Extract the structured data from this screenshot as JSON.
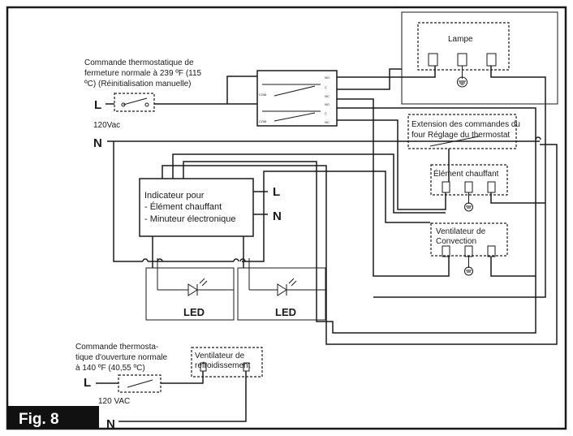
{
  "figure": {
    "label": "Fig. 8"
  },
  "labels": {
    "hi_limit_line1": "Commande thermostatique de",
    "hi_limit_line2": "fermeture normale à 239 ºF (115",
    "hi_limit_line3": "ºC) (Réinitialisation manuelle)",
    "L_main": "L",
    "voltage_main": "120Vac",
    "N_main": "N",
    "lamp": "Lampe",
    "oven_ctrl_line1": "Extension des commandes du",
    "oven_ctrl_line2": "four Réglage du thermostat",
    "heater": "Élément chauffant",
    "conv_fan_line1": "Ventilateur de",
    "conv_fan_line2": "Convection",
    "indicator_line1": "Indicateur pour",
    "indicator_line2": "- Élément chauffant",
    "indicator_line3": "- Minuteur électronique",
    "ind_L": "L",
    "ind_N": "N",
    "led1": "LED",
    "led2": "LED",
    "cool_thermo_line1": "Commande thermosta-",
    "cool_thermo_line2": "tique d'ouverture normale",
    "cool_thermo_line3": "à 140 ºF (40,55 ºC)",
    "cool_fan_line1": "Ventilateur de",
    "cool_fan_line2": "refroidissement",
    "L_cool": "L",
    "voltage_cool": "120 VAC",
    "N_cool": "N"
  },
  "relay_pins": [
    "NO",
    "C",
    "NC",
    "NO",
    "C",
    "NC",
    "COM",
    "COM"
  ]
}
